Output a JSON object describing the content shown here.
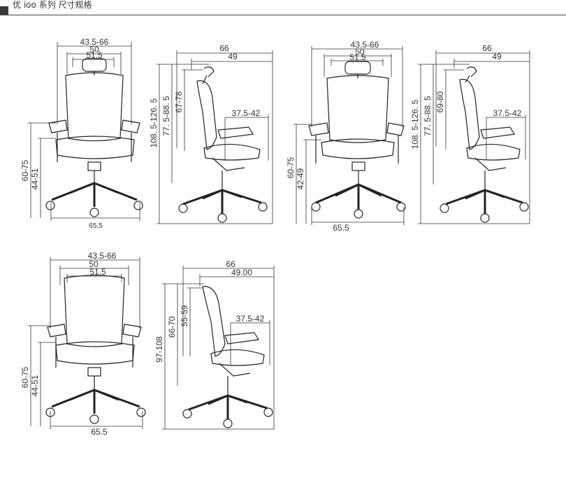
{
  "header": {
    "title": "优 ioo 系列 尺寸规格"
  },
  "fig1": {
    "overall_width": "43.5-66",
    "width": "50",
    "seat_width": "51.5",
    "total_height": "60-75",
    "seat_height": "44-51",
    "base": "65.5"
  },
  "fig2": {
    "depth": "66",
    "seat_depth": "49",
    "total_height": "108. 5-126. 5",
    "back_height": "77. 5-88. 5",
    "headrest": "67-78",
    "arm": "37.5-42"
  },
  "fig3": {
    "overall_width": "43.5-66",
    "width": "50",
    "seat_width": "51.5",
    "total_height": "60-75",
    "seat_height": "42-49",
    "base": "65.5"
  },
  "fig4": {
    "depth": "66",
    "seat_depth": "49",
    "total_height": "108. 5-126. 5",
    "back_height": "77. 5-88. 5",
    "headrest": "69-80",
    "arm": "37.5-42"
  },
  "fig5": {
    "overall_width": "43.5-66",
    "width": "50",
    "seat_width": "51.5",
    "total_height": "60-75",
    "seat_height": "44-51",
    "base": "65.5"
  },
  "fig6": {
    "depth": "66",
    "seat_depth": "49.00",
    "total_height": "97-108",
    "back_height": "66-70",
    "headrest": "55-59",
    "arm": "37.5-42"
  },
  "colors": {
    "line": "#333333",
    "mesh": "#222222",
    "upholstery": "#3d3d3d",
    "rule": "#444444"
  }
}
